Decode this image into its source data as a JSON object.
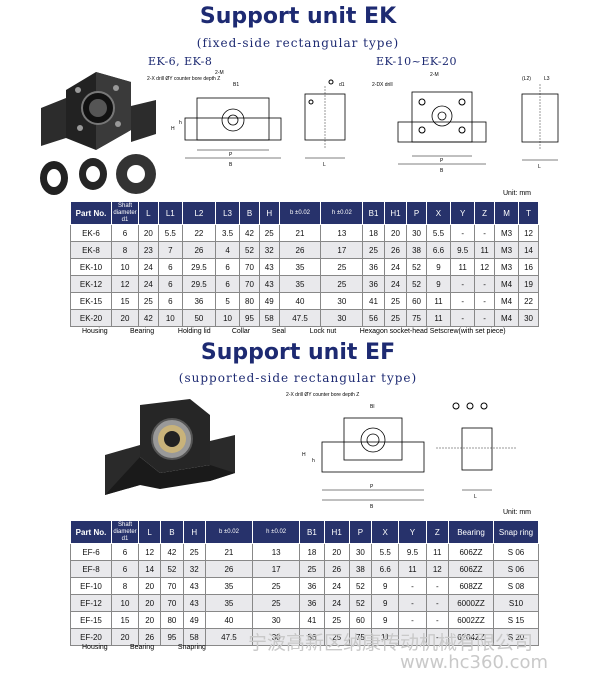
{
  "ek": {
    "title": "Support unit EK",
    "subtitle": "(fixed-side rectangular type)",
    "label_left": "EK-6, EK-8",
    "label_right": "EK-10~EK-20",
    "unit": "Unit: mm",
    "headers": [
      "Part No.",
      "Shaft diameter d1",
      "L",
      "L1",
      "L2",
      "L3",
      "B",
      "H",
      "b ±0.02",
      "h ±0.02",
      "B1",
      "H1",
      "P",
      "X",
      "Y",
      "Z",
      "M",
      "T"
    ],
    "rows": [
      [
        "EK-6",
        "6",
        "20",
        "5.5",
        "22",
        "3.5",
        "42",
        "25",
        "21",
        "13",
        "18",
        "20",
        "30",
        "5.5",
        "-",
        "-",
        "M3",
        "12"
      ],
      [
        "EK-8",
        "8",
        "23",
        "7",
        "26",
        "4",
        "52",
        "32",
        "26",
        "17",
        "25",
        "26",
        "38",
        "6.6",
        "9.5",
        "11",
        "M3",
        "14"
      ],
      [
        "EK-10",
        "10",
        "24",
        "6",
        "29.5",
        "6",
        "70",
        "43",
        "35",
        "25",
        "36",
        "24",
        "52",
        "9",
        "11",
        "12",
        "M3",
        "16"
      ],
      [
        "EK-12",
        "12",
        "24",
        "6",
        "29.5",
        "6",
        "70",
        "43",
        "35",
        "25",
        "36",
        "24",
        "52",
        "9",
        "-",
        "-",
        "M4",
        "19"
      ],
      [
        "EK-15",
        "15",
        "25",
        "6",
        "36",
        "5",
        "80",
        "49",
        "40",
        "30",
        "41",
        "25",
        "60",
        "11",
        "-",
        "-",
        "M4",
        "22"
      ],
      [
        "EK-20",
        "20",
        "42",
        "10",
        "50",
        "10",
        "95",
        "58",
        "47.5",
        "30",
        "56",
        "25",
        "75",
        "11",
        "-",
        "-",
        "M4",
        "30"
      ]
    ],
    "footer": [
      "Housing",
      "Bearing",
      "Holding lid",
      "Collar",
      "Seal",
      "Lock nut",
      "Hexagon socket-head Setscrew(with set piece)"
    ],
    "diagram_note": "2-X drill ØY counter bore depth Z"
  },
  "ef": {
    "title": "Support unit EF",
    "subtitle": "(supported-side rectangular type)",
    "unit": "Unit: mm",
    "headers": [
      "Part No.",
      "Shaft diameter d1",
      "L",
      "B",
      "H",
      "b ±0.02",
      "h ±0.02",
      "B1",
      "H1",
      "P",
      "X",
      "Y",
      "Z",
      "Bearing",
      "Snap ring"
    ],
    "rows": [
      [
        "EF-6",
        "6",
        "12",
        "42",
        "25",
        "21",
        "13",
        "18",
        "20",
        "30",
        "5.5",
        "9.5",
        "11",
        "606ZZ",
        "S 06"
      ],
      [
        "EF-8",
        "6",
        "14",
        "52",
        "32",
        "26",
        "17",
        "25",
        "26",
        "38",
        "6.6",
        "11",
        "12",
        "606ZZ",
        "S 06"
      ],
      [
        "EF-10",
        "8",
        "20",
        "70",
        "43",
        "35",
        "25",
        "36",
        "24",
        "52",
        "9",
        "-",
        "-",
        "608ZZ",
        "S 08"
      ],
      [
        "EF-12",
        "10",
        "20",
        "70",
        "43",
        "35",
        "25",
        "36",
        "24",
        "52",
        "9",
        "-",
        "-",
        "6000ZZ",
        "S10"
      ],
      [
        "EF-15",
        "15",
        "20",
        "80",
        "49",
        "40",
        "30",
        "41",
        "25",
        "60",
        "9",
        "-",
        "-",
        "6002ZZ",
        "S 15"
      ],
      [
        "EF-20",
        "20",
        "26",
        "95",
        "58",
        "47.5",
        "30",
        "56",
        "25",
        "75",
        "11",
        "-",
        "-",
        "6204ZZ",
        "S 20"
      ]
    ],
    "footer": [
      "Housing",
      "Bearing",
      "Snapring"
    ],
    "diagram_note": "2-X drill ØY counter bore depth Z"
  },
  "watermark": {
    "company": "宁波高新区纳康传动机械有限公司",
    "site": "www.hc360.com"
  },
  "colors": {
    "title": "#1d2a72",
    "header_bg": "#27326b",
    "alt_row": "#e9e9ec"
  }
}
